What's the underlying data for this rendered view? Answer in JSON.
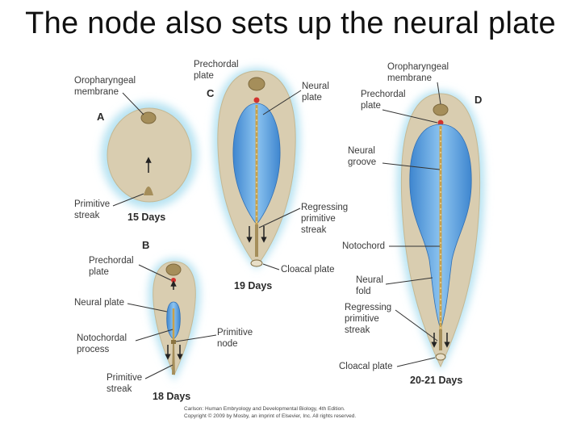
{
  "title": "The node also sets up the neural plate",
  "figure": {
    "panels": [
      {
        "letter": "A",
        "days": "15 Days"
      },
      {
        "letter": "B",
        "days": "18 Days"
      },
      {
        "letter": "C",
        "days": "19 Days"
      },
      {
        "letter": "D",
        "days": "20-21 Days"
      }
    ],
    "labels": {
      "a_oro_1": "Oropharyngeal",
      "a_oro_2": "membrane",
      "a_ps_1": "Primitive",
      "a_ps_2": "streak",
      "b_pre_1": "Prechordal",
      "b_pre_2": "plate",
      "b_np": "Neural plate",
      "b_nc_1": "Notochordal",
      "b_nc_2": "process",
      "b_ps_1": "Primitive",
      "b_ps_2": "streak",
      "b_node_1": "Primitive",
      "b_node_2": "node",
      "c_pre_1": "Prechordal",
      "c_pre_2": "plate",
      "c_np_1": "Neural",
      "c_np_2": "plate",
      "c_reg_1": "Regressing",
      "c_reg_2": "primitive",
      "c_reg_3": "streak",
      "c_clo": "Cloacal plate",
      "d_oro_1": "Oropharyngeal",
      "d_oro_2": "membrane",
      "d_pre_1": "Prechordal",
      "d_pre_2": "plate",
      "d_ng_1": "Neural",
      "d_ng_2": "groove",
      "d_noto": "Notochord",
      "d_nf_1": "Neural",
      "d_nf_2": "fold",
      "d_reg_1": "Regressing",
      "d_reg_2": "primitive",
      "d_reg_3": "streak",
      "d_clo": "Cloacal plate"
    },
    "credit_1": "Carlson: Human Embryology and Developmental Biology, 4th Edition.",
    "credit_2": "Copyright © 2009 by Mosby, an imprint of Elsevier, Inc. All rights reserved."
  },
  "colors": {
    "embryo": "#d9cdb0",
    "glow": "#b8e3f2",
    "neural_plate": "#4f95d8",
    "notochord": "#c9a14a",
    "prechordal": "#d2322e",
    "membrane": "#a58e5a"
  }
}
